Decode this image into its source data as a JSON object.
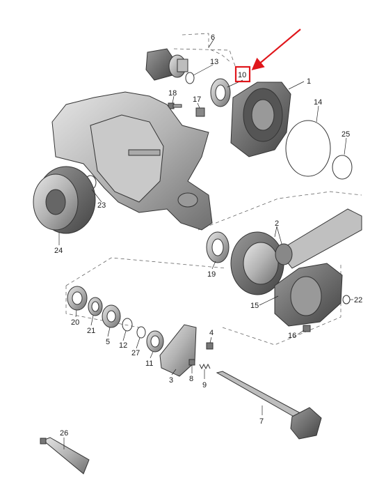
{
  "diagram": {
    "accent_color": "#e0161b",
    "highlighted_part": "10",
    "callouts": [
      "1",
      "2",
      "3",
      "4",
      "5",
      "6",
      "7",
      "8",
      "9",
      "10",
      "11",
      "12",
      "13",
      "14",
      "15",
      "16",
      "17",
      "18",
      "19",
      "20",
      "21",
      "22",
      "23",
      "24",
      "25",
      "26",
      "27"
    ]
  }
}
